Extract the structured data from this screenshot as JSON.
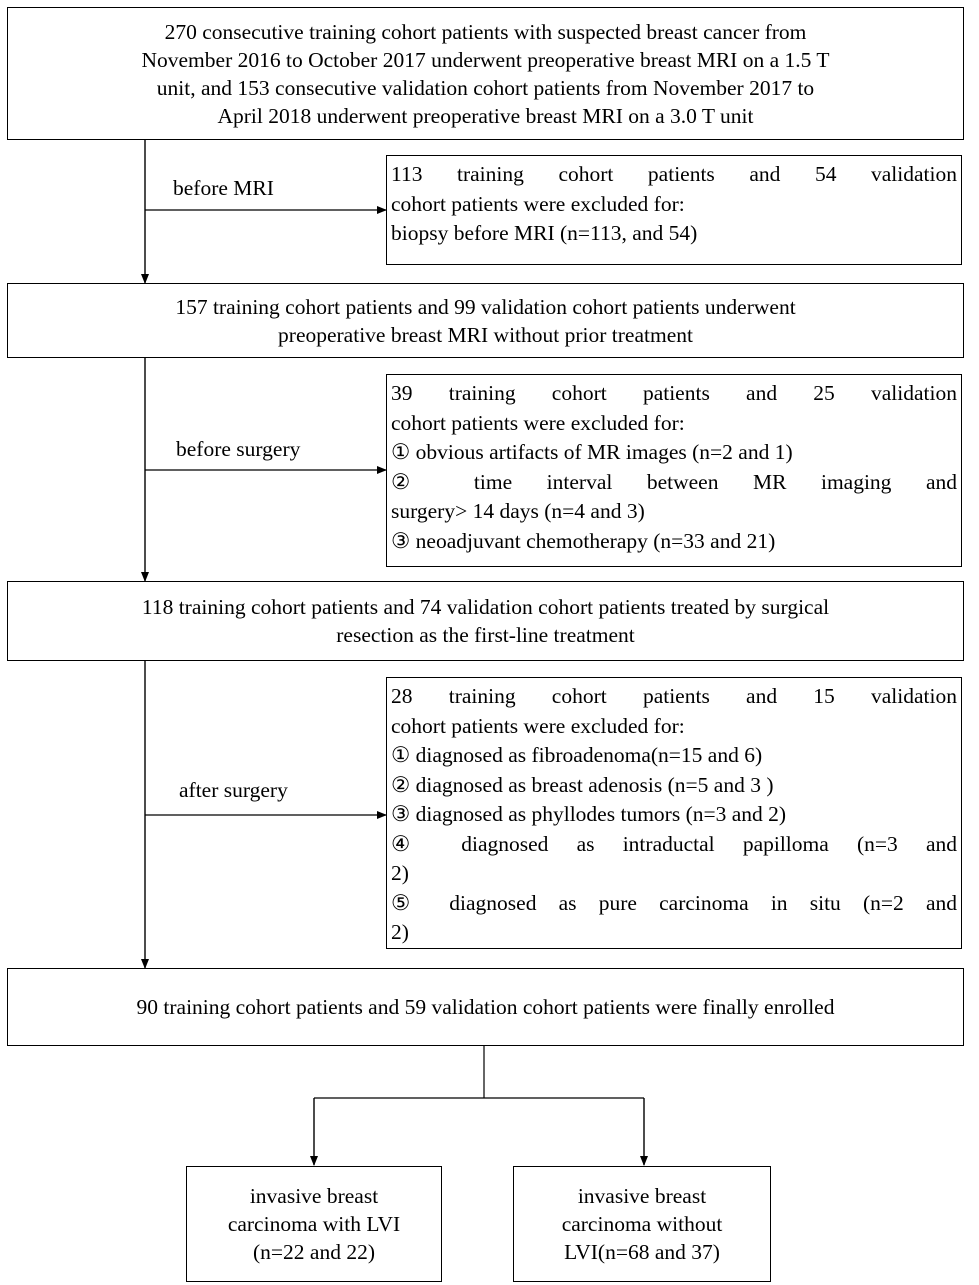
{
  "boxes": {
    "initial": [
      "270 consecutive training cohort patients with suspected breast cancer from",
      "November 2016 to October 2017 underwent preoperative breast MRI on a 1.5 T",
      "unit, and 153 consecutive validation cohort patients from November 2017 to",
      "April 2018 underwent preoperative breast MRI on a 3.0 T unit"
    ],
    "after_mri": [
      "157 training cohort patients and 99 validation cohort patients underwent",
      "preoperative breast MRI without prior treatment"
    ],
    "surgical": [
      "118 training cohort patients and 74 validation cohort patients treated by surgical",
      "resection as the first-line treatment"
    ],
    "enrolled": [
      "90 training cohort patients and 59 validation cohort patients were finally enrolled"
    ],
    "with_lvi": [
      "invasive breast",
      "carcinoma with LVI",
      "(n=22 and 22)"
    ],
    "without_lvi": [
      "invasive breast",
      "carcinoma without",
      "LVI(n=68 and 37)"
    ]
  },
  "exclusions": {
    "before_mri": [
      "113 training cohort patients and 54 validation",
      "cohort patients were excluded for:",
      "biopsy before MRI (n=113, and 54)"
    ],
    "before_surgery": [
      "39 training cohort patients and 25 validation",
      "cohort patients were excluded for:",
      "① obvious artifacts of MR images (n=2 and 1)",
      "② time interval between MR imaging and",
      "surgery> 14 days (n=4 and 3)",
      "③ neoadjuvant chemotherapy (n=33 and 21)"
    ],
    "after_surgery": [
      "28 training cohort patients and 15 validation",
      "cohort patients were excluded for:",
      "① diagnosed as fibroadenoma(n=15 and 6)",
      "② diagnosed as breast adenosis (n=5 and 3 )",
      "③ diagnosed as phyllodes tumors (n=3 and 2)",
      "④ diagnosed as intraductal papilloma (n=3 and",
      "2)",
      "⑤ diagnosed as pure carcinoma in situ (n=2 and",
      "2)"
    ]
  },
  "step_labels": {
    "before_mri": "before MRI",
    "before_surgery": "before surgery",
    "after_surgery": "after surgery"
  }
}
